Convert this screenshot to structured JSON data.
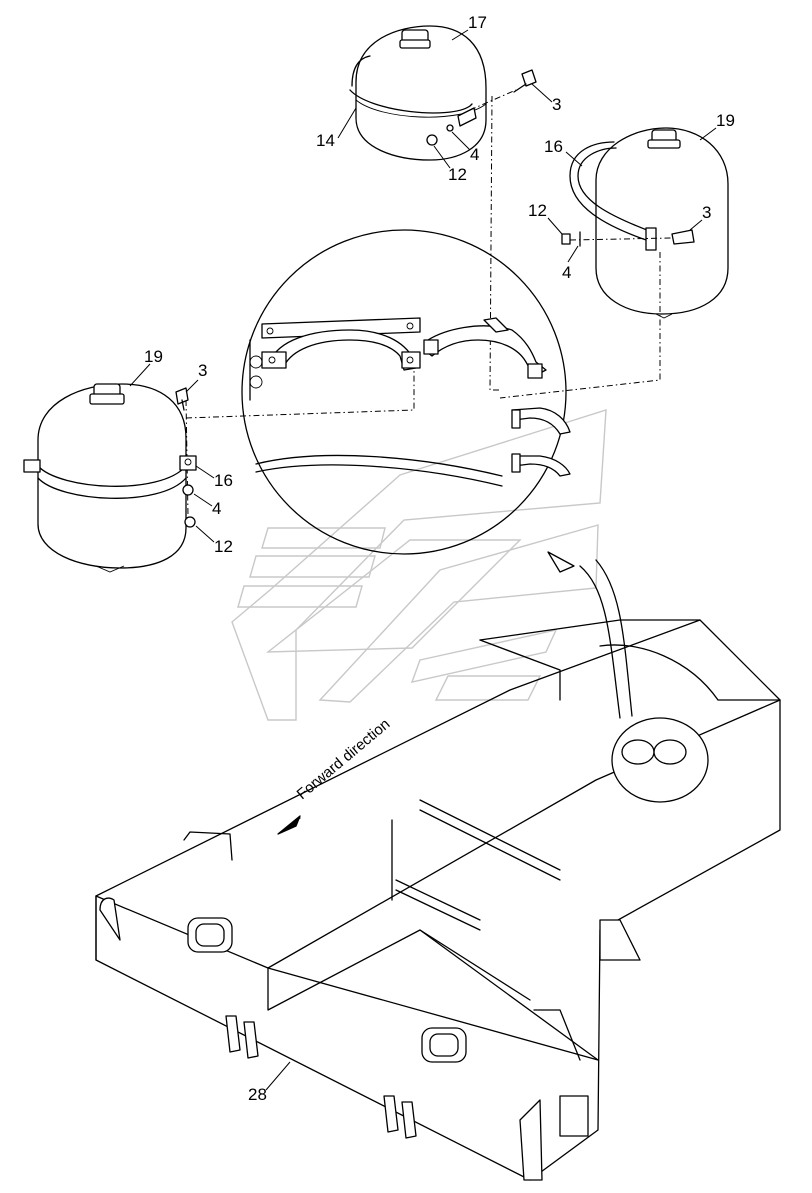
{
  "labels": {
    "tank_top": "17",
    "bolt_top": "3",
    "strap_top": "14",
    "washer_top": "4",
    "nut_top": "12",
    "tank_right": "19",
    "strap_right": "16",
    "nut_right": "12",
    "bolt_right": "3",
    "washer_right": "4",
    "tank_left": "19",
    "bolt_left": "3",
    "strap_left": "16",
    "washer_left": "4",
    "nut_left": "12",
    "frame": "28"
  },
  "direction_text": "Forward direction",
  "colors": {
    "line": "#000000",
    "watermark": "#c8c8c8"
  }
}
